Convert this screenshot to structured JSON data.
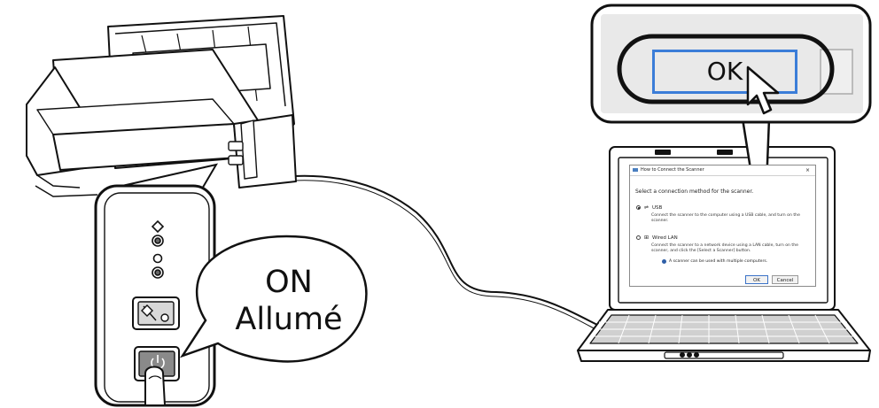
{
  "callout": {
    "line1": "ON",
    "line2": "Allumé"
  },
  "zoom_ok_label": "OK",
  "dialog": {
    "title": "How to Connect the Scanner",
    "close": "×",
    "prompt": "Select a connection method for the scanner.",
    "options": [
      {
        "label": "USB",
        "icon": "usb-icon",
        "selected": true,
        "description": "Connect the scanner to the computer using a USB cable, and turn on the scanner."
      },
      {
        "label": "Wired LAN",
        "icon": "network-icon",
        "selected": false,
        "description": "Connect the scanner to a network device using a LAN cable, turn on the scanner, and click the [Select a Scanner] button."
      }
    ],
    "note": "A scanner can be used with multiple computers.",
    "ok_label": "OK",
    "cancel_label": "Cancel"
  },
  "colors": {
    "ok_highlight": "#3b7dd8",
    "info_icon": "#2f5fa8"
  }
}
